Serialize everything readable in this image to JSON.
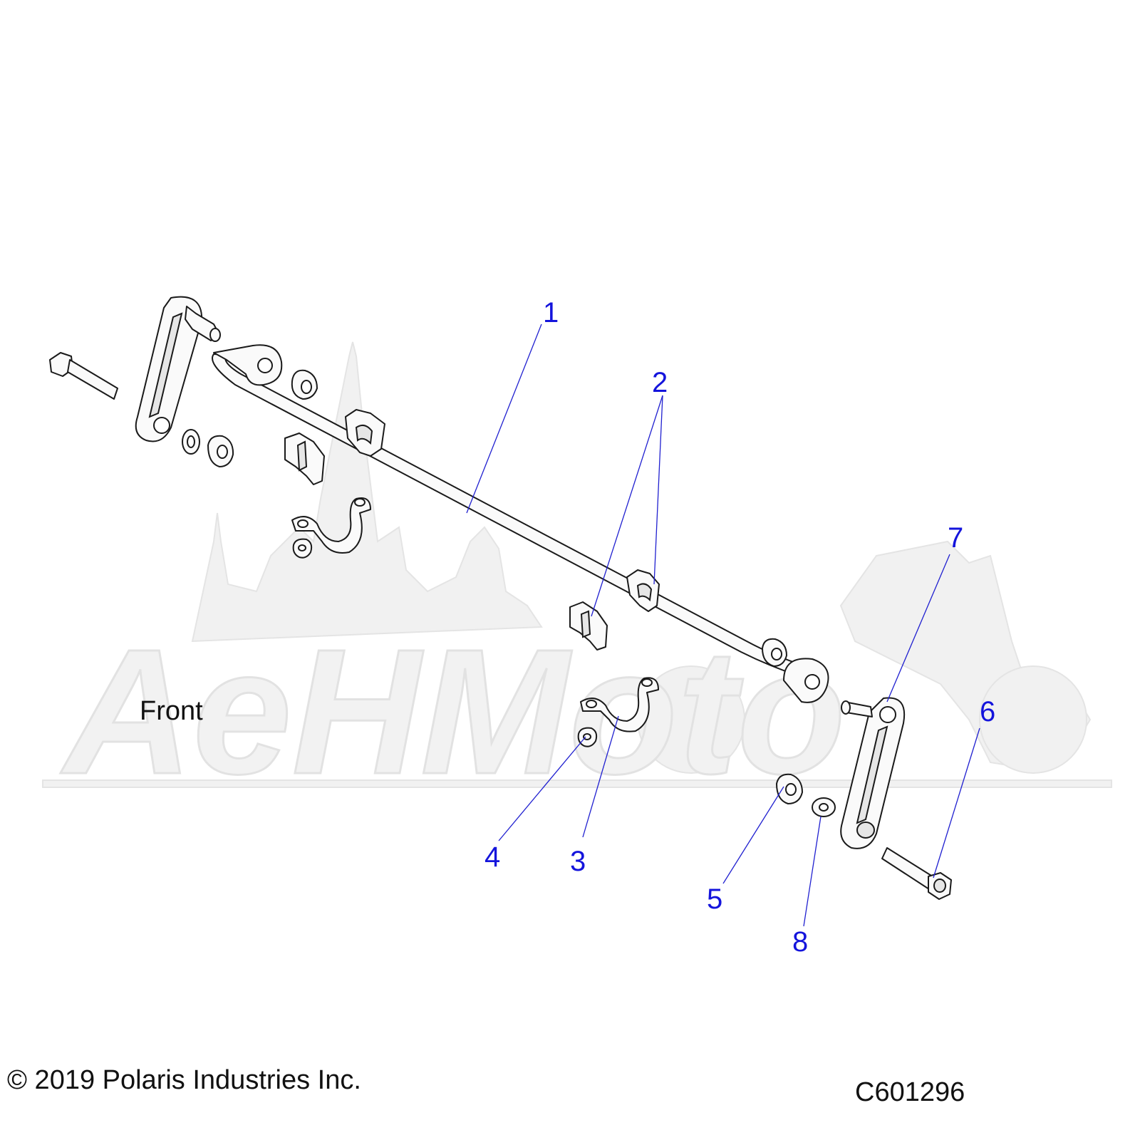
{
  "diagram": {
    "direction_label": "Front",
    "watermark_text": "AeHMoto",
    "callouts": [
      {
        "id": "callout-1",
        "label": "1"
      },
      {
        "id": "callout-2",
        "label": "2"
      },
      {
        "id": "callout-3",
        "label": "3"
      },
      {
        "id": "callout-4",
        "label": "4"
      },
      {
        "id": "callout-5",
        "label": "5"
      },
      {
        "id": "callout-6",
        "label": "6"
      },
      {
        "id": "callout-7",
        "label": "7"
      },
      {
        "id": "callout-8",
        "label": "8"
      }
    ]
  },
  "footer": {
    "copyright": "© 2019 Polaris Industries Inc.",
    "figure_id": "C601296"
  },
  "colors": {
    "callout": "#1414dc",
    "leader": "#2020d0",
    "line_art": "#1a1a1a",
    "watermark": "#e4e4e4"
  }
}
